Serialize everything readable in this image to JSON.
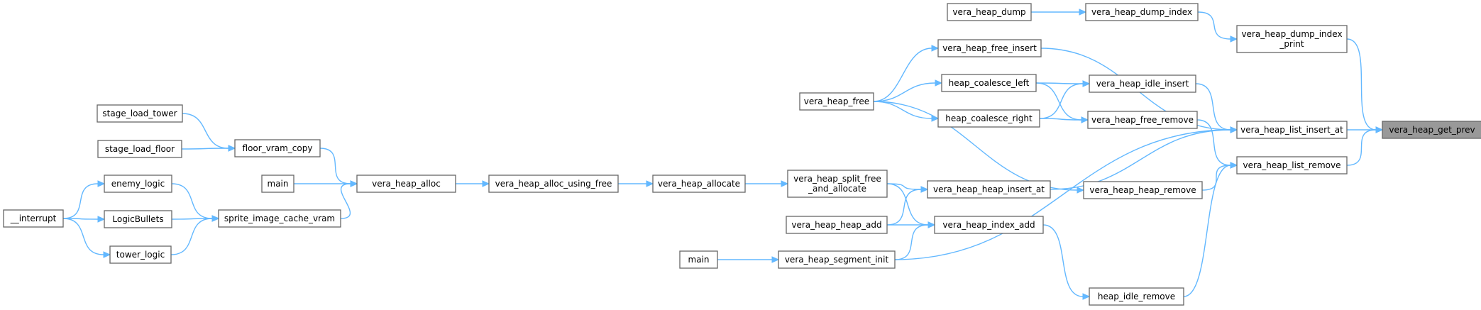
{
  "graph": {
    "colors": {
      "edge": "#63b8ff",
      "node_border": "#666666",
      "node_fill": "#ffffff",
      "highlight_fill": "#999999"
    },
    "nodes": [
      {
        "id": "vera_heap_get_prev",
        "lines": [
          "vera_heap_get_prev"
        ],
        "highlight": true
      },
      {
        "id": "vera_heap_dump_index_print",
        "lines": [
          "vera_heap_dump_index",
          "_print"
        ]
      },
      {
        "id": "vera_heap_list_insert_at",
        "lines": [
          "vera_heap_list_insert_at"
        ]
      },
      {
        "id": "vera_heap_list_remove",
        "lines": [
          "vera_heap_list_remove"
        ]
      },
      {
        "id": "vera_heap_dump",
        "lines": [
          "vera_heap_dump"
        ]
      },
      {
        "id": "vera_heap_dump_index",
        "lines": [
          "vera_heap_dump_index"
        ]
      },
      {
        "id": "vera_heap_free_insert",
        "lines": [
          "vera_heap_free_insert"
        ]
      },
      {
        "id": "heap_coalesce_left",
        "lines": [
          "heap_coalesce_left"
        ]
      },
      {
        "id": "vera_heap_idle_insert",
        "lines": [
          "vera_heap_idle_insert"
        ]
      },
      {
        "id": "vera_heap_free",
        "lines": [
          "vera_heap_free"
        ]
      },
      {
        "id": "heap_coalesce_right",
        "lines": [
          "heap_coalesce_right"
        ]
      },
      {
        "id": "vera_heap_free_remove",
        "lines": [
          "vera_heap_free_remove"
        ]
      },
      {
        "id": "vera_heap_split_free_and_allocate",
        "lines": [
          "vera_heap_split_free",
          "_and_allocate"
        ]
      },
      {
        "id": "vera_heap_heap_insert_at",
        "lines": [
          "vera_heap_heap_insert_at"
        ]
      },
      {
        "id": "vera_heap_heap_remove",
        "lines": [
          "vera_heap_heap_remove"
        ]
      },
      {
        "id": "vera_heap_heap_add",
        "lines": [
          "vera_heap_heap_add"
        ]
      },
      {
        "id": "vera_heap_index_add",
        "lines": [
          "vera_heap_index_add"
        ]
      },
      {
        "id": "main_right",
        "lines": [
          "main"
        ]
      },
      {
        "id": "vera_heap_segment_init",
        "lines": [
          "vera_heap_segment_init"
        ]
      },
      {
        "id": "heap_idle_remove",
        "lines": [
          "heap_idle_remove"
        ]
      },
      {
        "id": "vera_heap_allocate",
        "lines": [
          "vera_heap_allocate"
        ]
      },
      {
        "id": "vera_heap_alloc_using_free",
        "lines": [
          "vera_heap_alloc_using_free"
        ]
      },
      {
        "id": "vera_heap_alloc",
        "lines": [
          "vera_heap_alloc"
        ]
      },
      {
        "id": "floor_vram_copy",
        "lines": [
          "floor_vram_copy"
        ]
      },
      {
        "id": "main_left",
        "lines": [
          "main"
        ]
      },
      {
        "id": "sprite_image_cache_vram",
        "lines": [
          "sprite_image_cache_vram"
        ]
      },
      {
        "id": "stage_load_tower",
        "lines": [
          "stage_load_tower"
        ]
      },
      {
        "id": "stage_load_floor",
        "lines": [
          "stage_load_floor"
        ]
      },
      {
        "id": "enemy_logic",
        "lines": [
          "enemy_logic"
        ]
      },
      {
        "id": "LogicBullets",
        "lines": [
          "LogicBullets"
        ]
      },
      {
        "id": "tower_logic",
        "lines": [
          "tower_logic"
        ]
      },
      {
        "id": "__interrupt",
        "lines": [
          "__interrupt"
        ]
      }
    ],
    "edges": [
      {
        "from": "vera_heap_dump_index_print",
        "to": "vera_heap_get_prev"
      },
      {
        "from": "vera_heap_list_insert_at",
        "to": "vera_heap_get_prev"
      },
      {
        "from": "vera_heap_list_remove",
        "to": "vera_heap_get_prev"
      },
      {
        "from": "vera_heap_dump_index",
        "to": "vera_heap_dump_index_print"
      },
      {
        "from": "vera_heap_dump",
        "to": "vera_heap_dump_index"
      },
      {
        "from": "vera_heap_free_insert",
        "to": "vera_heap_list_insert_at"
      },
      {
        "from": "vera_heap_idle_insert",
        "to": "vera_heap_list_insert_at"
      },
      {
        "from": "vera_heap_heap_insert_at",
        "to": "vera_heap_list_insert_at"
      },
      {
        "from": "vera_heap_segment_init",
        "to": "vera_heap_list_insert_at"
      },
      {
        "from": "vera_heap_free_remove",
        "to": "vera_heap_list_remove"
      },
      {
        "from": "vera_heap_heap_remove",
        "to": "vera_heap_list_remove"
      },
      {
        "from": "heap_idle_remove",
        "to": "vera_heap_list_remove"
      },
      {
        "from": "vera_heap_free",
        "to": "vera_heap_free_insert"
      },
      {
        "from": "vera_heap_free",
        "to": "heap_coalesce_left"
      },
      {
        "from": "vera_heap_free",
        "to": "heap_coalesce_right"
      },
      {
        "from": "vera_heap_free",
        "to": "vera_heap_heap_remove"
      },
      {
        "from": "heap_coalesce_left",
        "to": "vera_heap_idle_insert"
      },
      {
        "from": "heap_coalesce_right",
        "to": "vera_heap_idle_insert"
      },
      {
        "from": "heap_coalesce_left",
        "to": "vera_heap_free_remove"
      },
      {
        "from": "heap_coalesce_right",
        "to": "vera_heap_free_remove"
      },
      {
        "from": "vera_heap_split_free_and_allocate",
        "to": "vera_heap_heap_insert_at"
      },
      {
        "from": "vera_heap_split_free_and_allocate",
        "to": "vera_heap_index_add"
      },
      {
        "from": "vera_heap_heap_add",
        "to": "vera_heap_heap_insert_at"
      },
      {
        "from": "vera_heap_heap_add",
        "to": "vera_heap_index_add"
      },
      {
        "from": "vera_heap_segment_init",
        "to": "vera_heap_index_add"
      },
      {
        "from": "vera_heap_index_add",
        "to": "heap_idle_remove"
      },
      {
        "from": "main_right",
        "to": "vera_heap_segment_init"
      },
      {
        "from": "vera_heap_allocate",
        "to": "vera_heap_split_free_and_allocate"
      },
      {
        "from": "vera_heap_alloc_using_free",
        "to": "vera_heap_allocate"
      },
      {
        "from": "vera_heap_alloc",
        "to": "vera_heap_alloc_using_free"
      },
      {
        "from": "floor_vram_copy",
        "to": "vera_heap_alloc"
      },
      {
        "from": "main_left",
        "to": "vera_heap_alloc"
      },
      {
        "from": "sprite_image_cache_vram",
        "to": "vera_heap_alloc"
      },
      {
        "from": "stage_load_tower",
        "to": "floor_vram_copy"
      },
      {
        "from": "stage_load_floor",
        "to": "floor_vram_copy"
      },
      {
        "from": "enemy_logic",
        "to": "sprite_image_cache_vram"
      },
      {
        "from": "LogicBullets",
        "to": "sprite_image_cache_vram"
      },
      {
        "from": "tower_logic",
        "to": "sprite_image_cache_vram"
      },
      {
        "from": "__interrupt",
        "to": "enemy_logic"
      },
      {
        "from": "__interrupt",
        "to": "LogicBullets"
      },
      {
        "from": "__interrupt",
        "to": "tower_logic"
      }
    ]
  }
}
